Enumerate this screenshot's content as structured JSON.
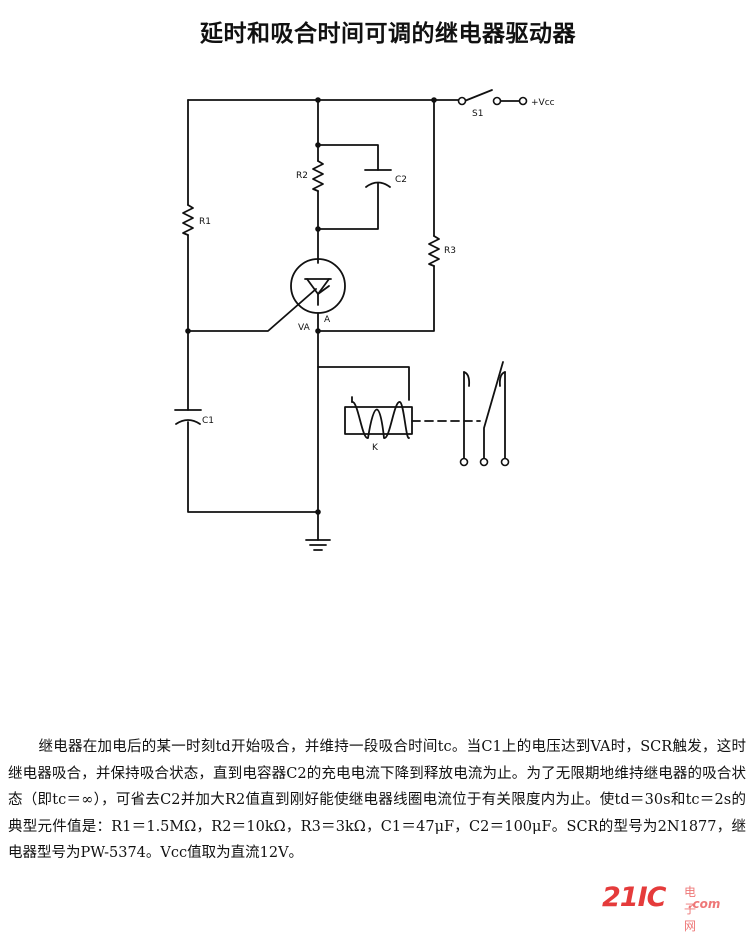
{
  "title": "延时和吸合时间可调的继电器驱动器",
  "labels": {
    "s1": "S1",
    "vcc": "+Vcc",
    "r1": "R1",
    "r2": "R2",
    "r3": "R3",
    "c1": "C1",
    "c2": "C2",
    "va": "VA",
    "a": "A",
    "k": "K"
  },
  "description": "继电器在加电后的某一时刻td开始吸合，并维持一段吸合时间tc。当C1上的电压达到VA时，SCR触发，这时继电器吸合，并保持吸合状态，直到电容器C2的充电电流下降到释放电流为止。为了无限期地维持继电器的吸合状态（即tc＝∞），可省去C2并加大R2值直到刚好能使继电器线圈电流位于有关限度内为止。使td＝30s和tc＝2s的典型元件值是：R1＝1.5MΩ，R2＝10kΩ，R3＝3kΩ，C1＝47μF，C2＝100μF。SCR的型号为2N1877，继电器型号为PW-5374。Vcc值取为直流12V。",
  "watermark": {
    "logo": "21IC",
    "cn": "电子网",
    "com": ".com"
  }
}
